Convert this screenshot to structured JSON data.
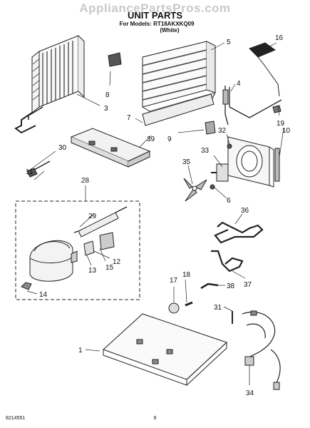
{
  "watermark": "AppliancePartsPros.com",
  "title": "UNIT PARTS",
  "models": {
    "label": "For Models: RT18AKXKQ09",
    "variant": "(White)"
  },
  "callouts": [
    "1",
    "3",
    "4",
    "5",
    "6",
    "7",
    "8",
    "9",
    "10",
    "11",
    "12",
    "13",
    "14",
    "15",
    "16",
    "17",
    "18",
    "19",
    "28",
    "29",
    "30",
    "31",
    "32",
    "33",
    "34",
    "35",
    "36",
    "37",
    "38",
    "39"
  ],
  "footer": {
    "doc_number": "8214551",
    "page_number": "9"
  }
}
